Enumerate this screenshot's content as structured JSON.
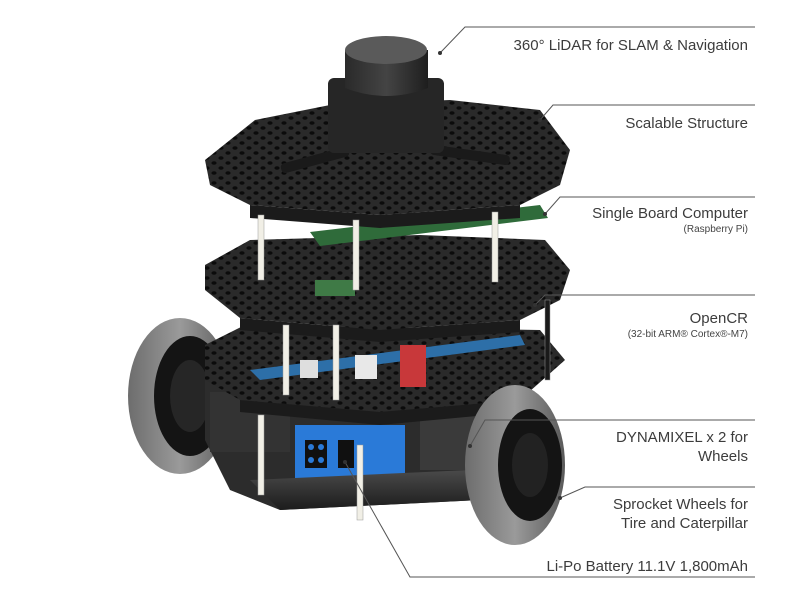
{
  "diagram": {
    "subject": "TurtleBot3-style mobile robot",
    "colors": {
      "background": "#ffffff",
      "text": "#3c3c3c",
      "leader_line": "#555555",
      "plate": "#2b2b2b",
      "pcb_green": "#2f6b3a",
      "pcb_blue": "#2d6fa8",
      "battery_blue": "#2a7ad8",
      "tire": "#8a8a8a",
      "standoff": "#f1efe6"
    },
    "callouts": [
      {
        "id": "lidar",
        "title": "360° LiDAR for SLAM & Navigation",
        "subtitle": ""
      },
      {
        "id": "structure",
        "title": "Scalable Structure",
        "subtitle": ""
      },
      {
        "id": "sbc",
        "title": "Single Board Computer",
        "subtitle": "(Raspberry Pi)"
      },
      {
        "id": "opencr",
        "title": "OpenCR",
        "subtitle": "(32-bit ARM® Cortex®-M7)"
      },
      {
        "id": "dynamixel",
        "title": "DYNAMIXEL x 2  for",
        "title2": "Wheels"
      },
      {
        "id": "sprocket",
        "title": "Sprocket Wheels for",
        "title2": "Tire and Caterpillar"
      },
      {
        "id": "battery",
        "title": "Li-Po Battery 11.1V 1,800mAh",
        "subtitle": ""
      }
    ]
  }
}
